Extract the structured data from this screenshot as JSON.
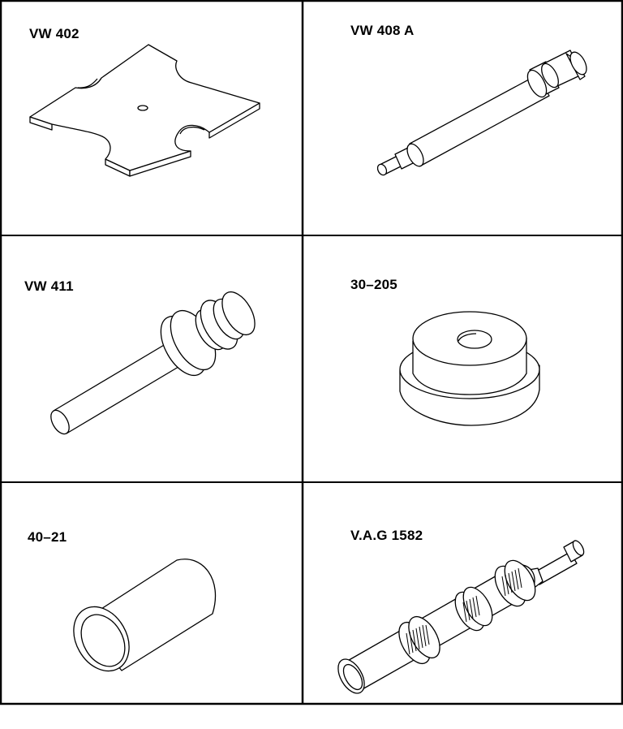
{
  "tools": [
    {
      "id": "vw402",
      "label": "VW 402"
    },
    {
      "id": "vw408a",
      "label": "VW 408 A"
    },
    {
      "id": "vw411",
      "label": "VW 411"
    },
    {
      "id": "t30205",
      "label": "30–205"
    },
    {
      "id": "t4021",
      "label": "40–21"
    },
    {
      "id": "vag1582",
      "label": "V.A.G 1582"
    }
  ]
}
